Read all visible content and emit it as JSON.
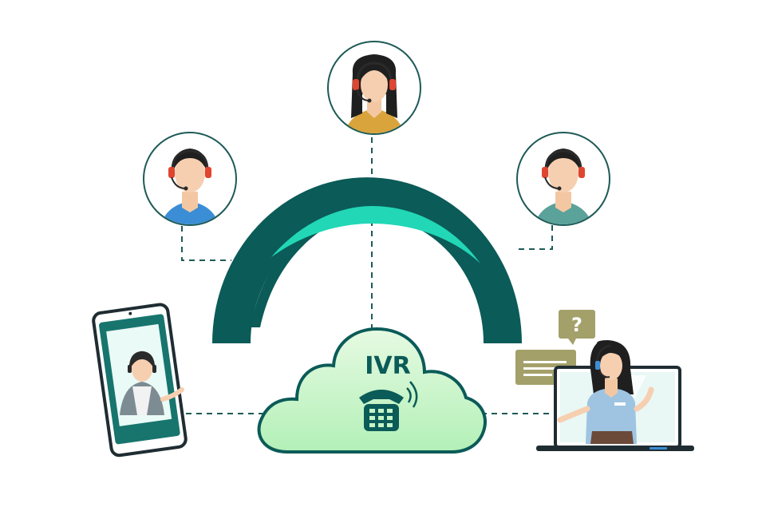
{
  "hub": {
    "label": "IVR",
    "icon": "telephone-icon"
  },
  "agents": [
    {
      "id": "left",
      "icon": "agent-headset-icon",
      "shirt_color": "#3b8ed6"
    },
    {
      "id": "center",
      "icon": "agent-headset-icon",
      "shirt_color": "#d9a43c"
    },
    {
      "id": "right",
      "icon": "agent-headset-icon",
      "shirt_color": "#5aa29a"
    }
  ],
  "question_bubble": {
    "text": "?"
  },
  "colors": {
    "arc_dark": "#0b5b58",
    "arc_accent": "#22d7b6",
    "cloud_fill": "#c6f5c8",
    "cloud_stroke": "#0b5b58",
    "dashed_line": "#1e5a57",
    "circle_stroke": "#1e5a57",
    "bubble_olive": "#a3a06a"
  }
}
